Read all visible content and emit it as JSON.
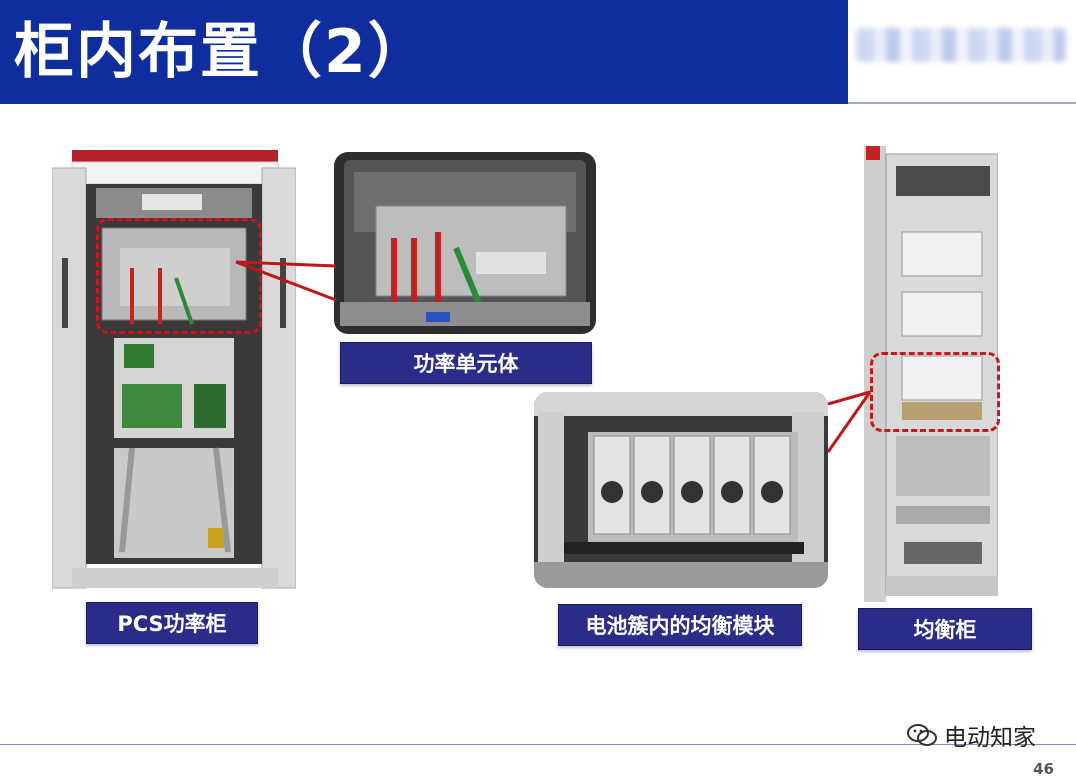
{
  "slide": {
    "title": "柜内布置（2）",
    "page_number": "46"
  },
  "labels": {
    "pcs_cabinet": "PCS功率柜",
    "power_unit": "功率单元体",
    "balancing_module": "电池簇内的均衡模块",
    "balancing_cabinet": "均衡柜"
  },
  "watermark": {
    "text": "电动知家",
    "icon": "wechat-icon"
  },
  "colors": {
    "header_blue": "#0f2d9c",
    "label_navy": "#2b2b8a",
    "callout_red": "#c0161b"
  }
}
